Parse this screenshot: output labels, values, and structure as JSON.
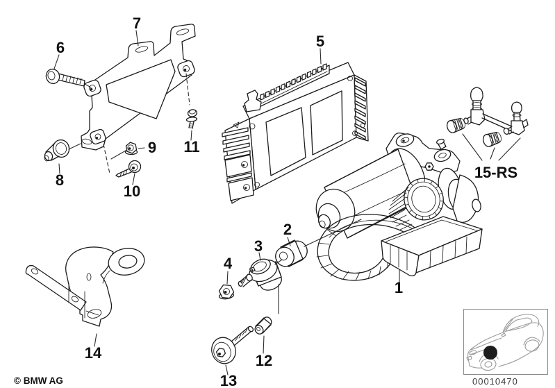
{
  "diagram": {
    "copyright": "© BMW AG",
    "image_number": "00010470",
    "labels": {
      "n1": "1",
      "n2": "2",
      "n3": "3",
      "n4": "4",
      "n5": "5",
      "n6": "6",
      "n7": "7",
      "n8": "8",
      "n9": "9",
      "n10": "10",
      "n11": "11",
      "n12": "12",
      "n13": "13",
      "n14": "14",
      "n15rs": "15-RS"
    }
  }
}
